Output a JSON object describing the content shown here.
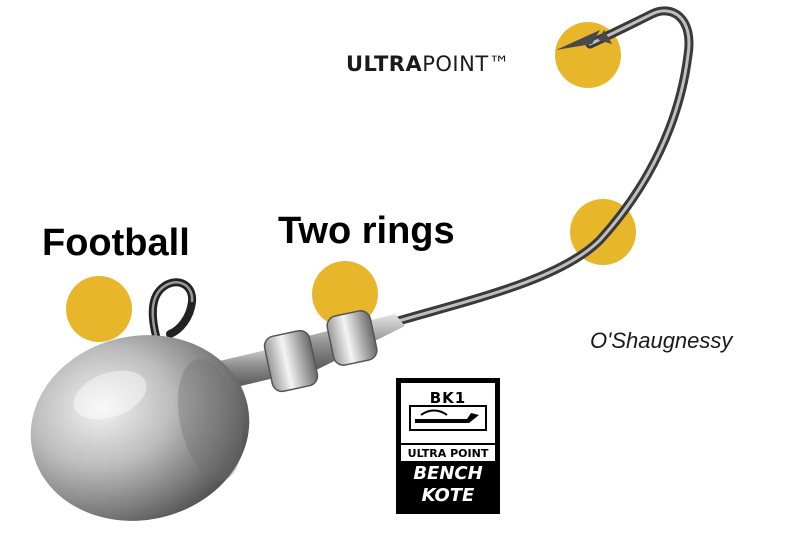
{
  "labels": {
    "football": "Football",
    "two_rings": "Two rings",
    "ultrapoint_bold": "ULTRA",
    "ultrapoint_light": "POINT™",
    "hook_shape": "O'Shaugnessy"
  },
  "logo": {
    "code": "BK1",
    "line1": "ULTRA POINT",
    "line2": "BENCH",
    "line3": "KOTE"
  },
  "colors": {
    "marker": "#E8B62A",
    "metal_dark": "#555555",
    "metal_light": "#d8d8d8"
  },
  "icons": [
    "jig-head-illustration",
    "hook-illustration",
    "marker-dot",
    "bench-kote-logo"
  ]
}
